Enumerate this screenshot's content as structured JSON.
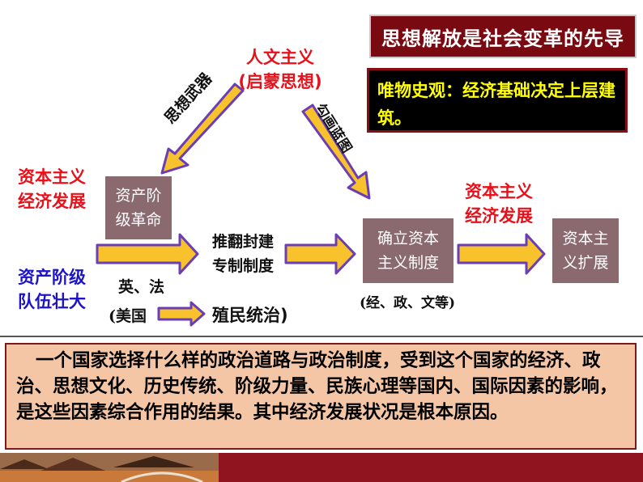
{
  "title": "思想解放是社会变革的先导",
  "materialism": "唯物史观：经济基础决定上层建筑。",
  "humanism": {
    "line1": "人文主义",
    "line2": "(启蒙思想)"
  },
  "arrow_left_label": "思想武器",
  "arrow_right_label": "勾画蓝图",
  "left_red": {
    "line1": "资本主义",
    "line2": "经济发展"
  },
  "left_blue": {
    "line1": "资产阶级",
    "line2": "队伍壮大"
  },
  "box_revolution": {
    "line1": "资产阶",
    "line2": "级革命"
  },
  "overthrow": {
    "line1": "推翻封建",
    "line2": "专制制度"
  },
  "box_establish": {
    "line1": "确立资本",
    "line2": "主义制度"
  },
  "right_red": {
    "line1": "资本主义",
    "line2": "经济发展"
  },
  "box_expand": {
    "line1": "资本主",
    "line2": "义扩展"
  },
  "england_france": "英、法",
  "usa": "(美国",
  "colonial_rule": "殖民统治)",
  "aspects": "(经、政、文等)",
  "bottom_text": "一个国家选择什么样的政治道路与政治制度，受到这个国家的经济、政治、思想文化、历史传统、阶级力量、民族心理等国内、国际因素的影响，是这些因素综合作用的结果。其中经济发展状况是根本原因。",
  "colors": {
    "arrow_fill": "#f7c22b",
    "arrow_stroke": "#6a3fb5",
    "red": "#e8101a",
    "blue": "#1d14c9",
    "box": "#8b6a6f"
  }
}
